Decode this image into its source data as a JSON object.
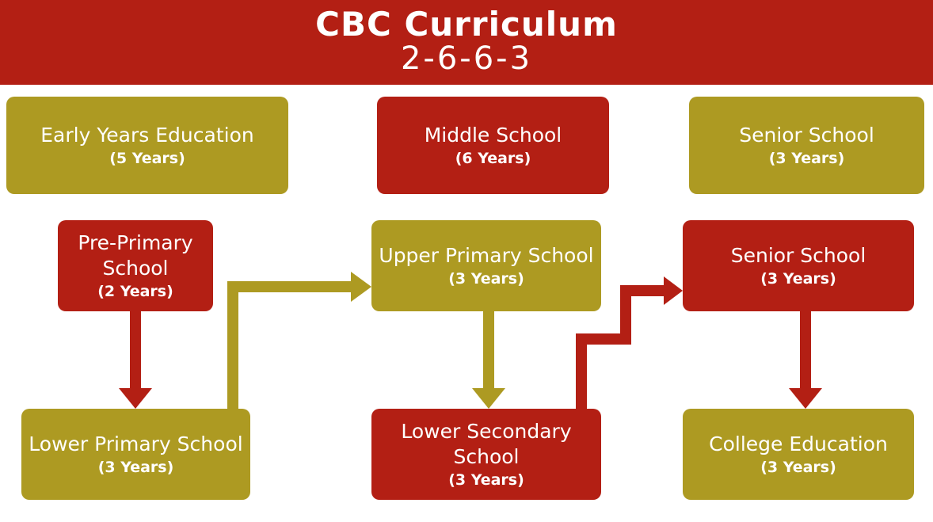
{
  "header": {
    "title": "CBC Curriculum",
    "subtitle": "2-6-6-3"
  },
  "categories": [
    {
      "label": "Early Years Education",
      "years": "(5 Years)"
    },
    {
      "label": "Middle School",
      "years": "(6 Years)"
    },
    {
      "label": "Senior School",
      "years": "(3 Years)"
    }
  ],
  "stages": [
    {
      "label": "Pre-Primary School",
      "years": "(2 Years)"
    },
    {
      "label": "Lower Primary School",
      "years": "(3 Years)"
    },
    {
      "label": "Upper Primary School",
      "years": "(3 Years)"
    },
    {
      "label": "Lower Secondary School",
      "years": "(3 Years)"
    },
    {
      "label": "Senior School",
      "years": "(3 Years)"
    },
    {
      "label": "College Education",
      "years": "(3 Years)"
    }
  ],
  "colors": {
    "red": "#b31f14",
    "gold": "#ad9a22",
    "background": "#ffffff"
  }
}
